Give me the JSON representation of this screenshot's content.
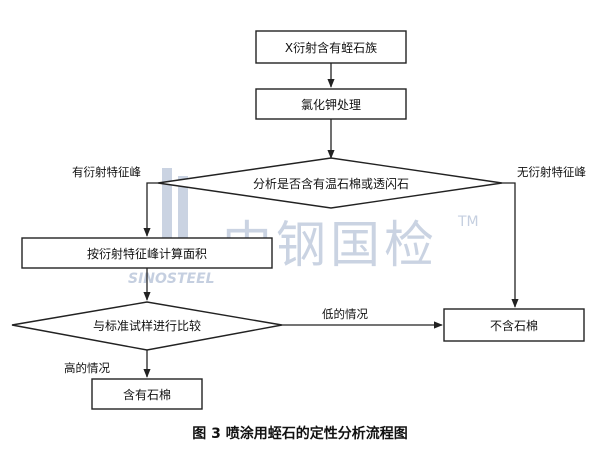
{
  "flowchart": {
    "nodes": {
      "start": "X衍射含有蛭石族",
      "treat": "氯化钾处理",
      "decision1": "分析是否含有温石棉或透闪石",
      "calc": "按衍射特征峰计算面积",
      "decision2": "与标准试样进行比较",
      "no_asbestos": "不含石棉",
      "has_asbestos": "含有石棉"
    },
    "edge_labels": {
      "has_peak": "有衍射特征峰",
      "no_peak": "无衍射特征峰",
      "low": "低的情况",
      "high": "高的情况"
    }
  },
  "caption": "图 3   喷涂用蛭石的定性分析流程图",
  "watermark": {
    "text": "中钢国检",
    "sub": "SINOSTEEL",
    "tm": "TM",
    "color": "#9fb0cc"
  }
}
